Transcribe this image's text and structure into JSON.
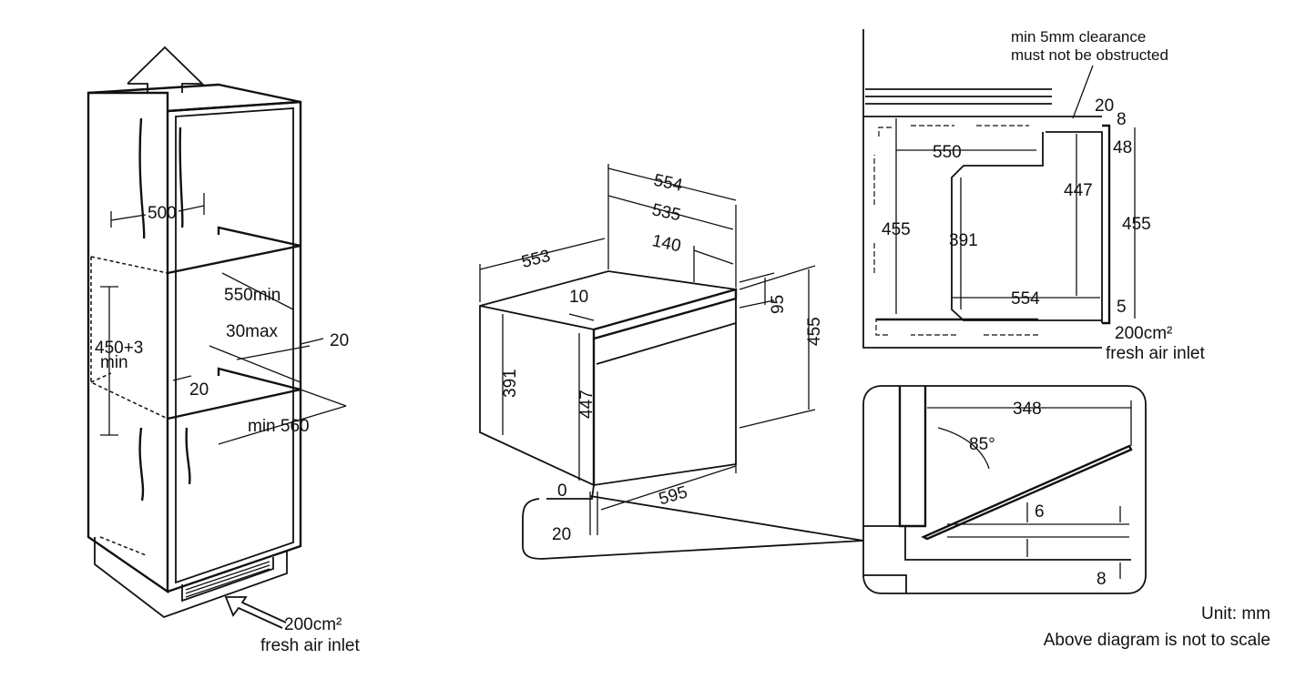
{
  "left_view": {
    "width_500": "500",
    "depth_550min": "550min",
    "gap_30max": "30max",
    "offset_20_right": "20",
    "height_450_3": "450+3",
    "height_min": "min",
    "offset_20_lower": "20",
    "width_min560": "min 560",
    "air_inlet_area": "200cm²",
    "air_inlet_label": "fresh air inlet"
  },
  "center_view": {
    "dim_554": "554",
    "dim_535": "535",
    "dim_553": "553",
    "dim_140": "140",
    "dim_10": "10",
    "dim_95": "95",
    "dim_455": "455",
    "dim_391": "391",
    "dim_447": "447",
    "dim_595": "595",
    "dim_0": "0",
    "dim_20": "20"
  },
  "section_view": {
    "clearance_line1": "min 5mm clearance",
    "clearance_line2": "must not be obstructed",
    "dim_20": "20",
    "dim_8": "8",
    "dim_48": "48",
    "dim_550": "550",
    "dim_447": "447",
    "dim_455_left": "455",
    "dim_391": "391",
    "dim_455_right": "455",
    "dim_554": "554",
    "dim_5": "5",
    "air_inlet_area": "200cm²",
    "air_inlet_label": "fresh air inlet"
  },
  "door_detail": {
    "dim_348": "348",
    "angle_85": "85°",
    "dim_6": "6",
    "dim_8": "8"
  },
  "footer": {
    "unit": "Unit: mm",
    "note": "Above diagram is not to scale"
  }
}
